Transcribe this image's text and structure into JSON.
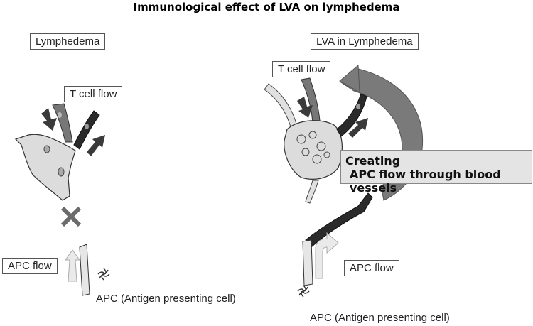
{
  "title": "Immunological effect of LVA on lymphedema",
  "left_panel": {
    "label": "Lymphedema",
    "t_cell_flow": "T cell flow",
    "apc_flow": "APC flow",
    "apc_caption": "APC (Antigen presenting cell)"
  },
  "right_panel": {
    "label": "LVA in Lymphedema",
    "t_cell_flow": "T cell flow",
    "apc_flow": "APC flow",
    "apc_caption": "APC (Antigen presenting cell)",
    "callout": {
      "line1": "Creating",
      "line2": "APC flow through blood vessels"
    }
  },
  "colors": {
    "node_fill": "#dcdcdc",
    "arrow_dark": "#3a3a3a",
    "curved_arrow": "#7a7a7a",
    "cross": "#6b6b6b",
    "light_arrow": "#e0e0e0"
  }
}
